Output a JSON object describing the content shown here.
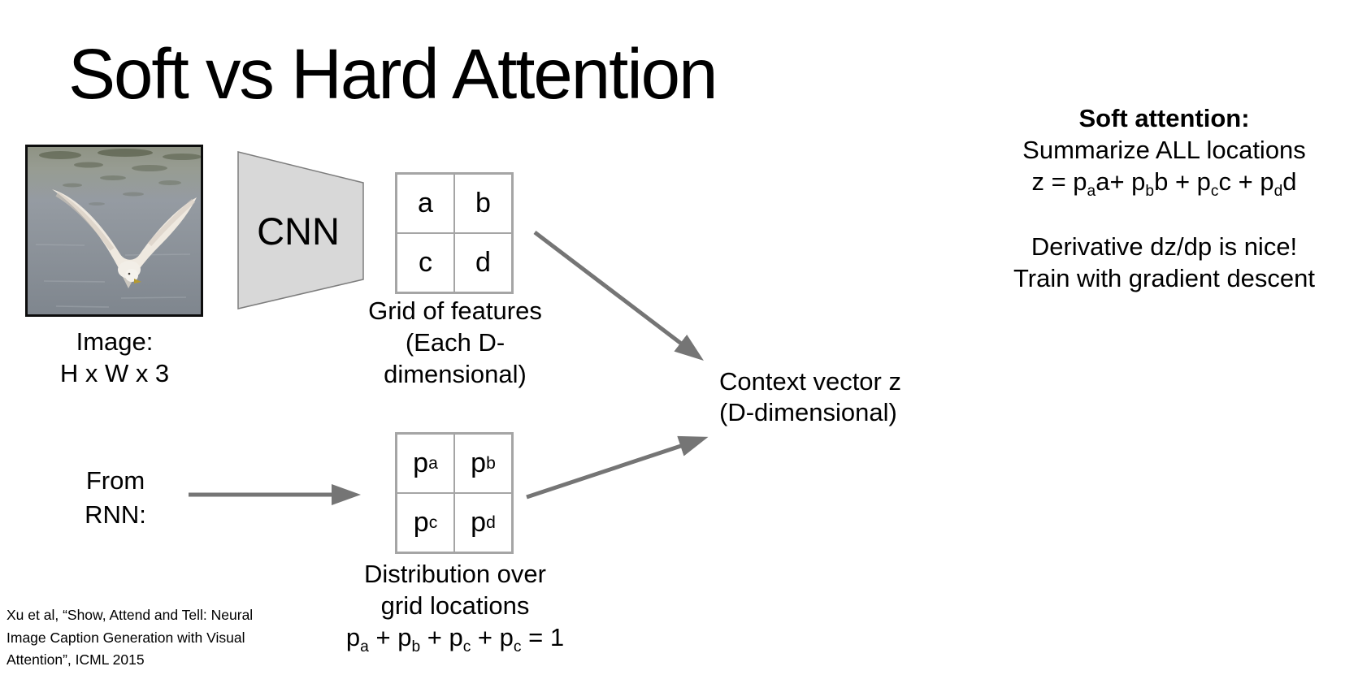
{
  "title": "Soft vs Hard Attention",
  "image_block": {
    "caption_line1": "Image:",
    "caption_line2": "H x W x 3"
  },
  "cnn": {
    "label": "CNN"
  },
  "feature_grid": {
    "cells": [
      "a",
      "b",
      "c",
      "d"
    ],
    "caption_line1": "Grid of features",
    "caption_line2": "(Each D-",
    "caption_line3": "dimensional)"
  },
  "p_grid": {
    "cells": [
      "p_{a}",
      "p_{b}",
      "p_{c}",
      "p_{d}"
    ],
    "caption_line1": "Distribution over",
    "caption_line2": "grid locations",
    "caption_formula": "p_{a} + p_{b} + p_{c} + p_{c} = 1"
  },
  "from_rnn": {
    "line1": "From",
    "line2": "RNN:"
  },
  "context_vector": {
    "line1": "Context vector z",
    "line2": "(D-dimensional)"
  },
  "soft_attention": {
    "heading": "Soft attention:",
    "line1": "Summarize ALL locations",
    "formula": "z = p_{a}a+ p_{b}b + p_{c}c + p_{d}d",
    "line2": "Derivative dz/dp is nice!",
    "line3": "Train with gradient descent"
  },
  "citation": {
    "line1": "Xu et al, “Show, Attend and Tell: Neural",
    "line2": "Image Caption Generation with Visual",
    "line3": "Attention”, ICML 2015"
  },
  "colors": {
    "arrow_gray": "#757575",
    "grid_border": "#a5a5a5",
    "cnn_fill": "#d8d8d8",
    "cnn_stroke": "#7d7d7d",
    "photo_border": "#0d0d0d",
    "text": "#000000"
  }
}
